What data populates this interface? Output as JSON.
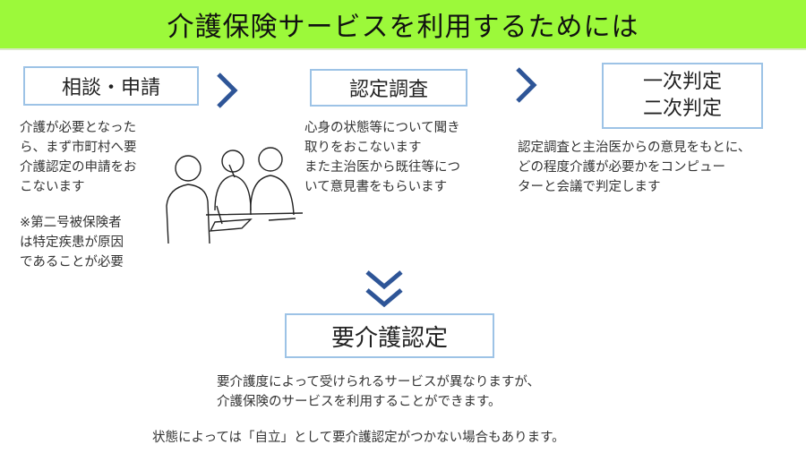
{
  "title": "介護保険サービスを利用するためには",
  "steps": [
    {
      "label": "相談・申請",
      "desc": "介護が必要となった\nら、まず市町村へ要\n介護認定の申請をお\nこないます",
      "note": "※第二号被保険者\nは特定疾患が原因\nであることが必要"
    },
    {
      "label": "認定調査",
      "desc": "心身の状態等について聞き\n取りをおこないます\nまた主治医から既往等につ\nいて意見書をもらいます"
    },
    {
      "label1": "一次判定",
      "label2": "二次判定",
      "desc": "認定調査と主治医からの意見をもとに、\nどの程度介護が必要かをコンピュー\nターと会議で判定します"
    }
  ],
  "result": {
    "label": "要介護認定",
    "desc": "要介護度によって受けられるサービスが異なりますが、\n介護保険のサービスを利用することができます。",
    "note": "状態によっては「自立」として要介護認定がつかない場合もあります。"
  },
  "colors": {
    "banner": "#9cf93a",
    "box_border": "#9dc3e6",
    "arrow": "#2e5597"
  }
}
